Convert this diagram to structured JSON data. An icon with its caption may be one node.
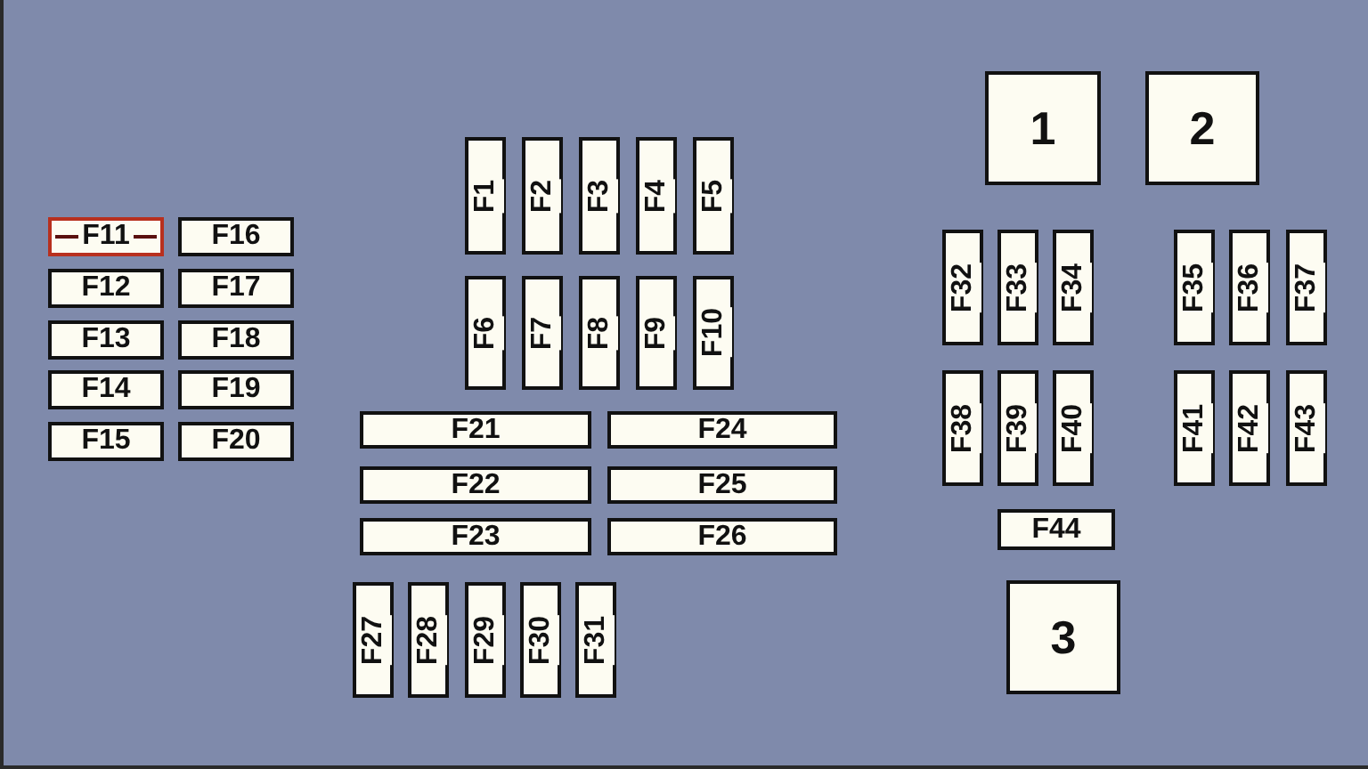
{
  "diagram": {
    "nodes": [
      {
        "text": [
          "1"
        ]
      },
      {
        "text": [
          "2"
        ]
      },
      {
        "text": [
          "F1"
        ]
      },
      {
        "text": [
          "F2"
        ]
      },
      {
        "text": [
          "F3"
        ]
      },
      {
        "text": [
          "F4"
        ]
      },
      {
        "text": [
          "F5"
        ]
      },
      {
        "text": [
          "F6"
        ]
      },
      {
        "text": [
          "F7"
        ]
      },
      {
        "text": [
          "F8"
        ]
      },
      {
        "text": [
          "F9"
        ]
      },
      {
        "text": [
          "F10"
        ]
      },
      {
        "text": [
          "F11"
        ]
      },
      {
        "text": [
          "F12"
        ]
      },
      {
        "text": [
          "F13"
        ]
      },
      {
        "text": [
          "F14"
        ]
      },
      {
        "text": [
          "F15"
        ]
      },
      {
        "text": [
          "F16"
        ]
      },
      {
        "text": [
          "F17"
        ]
      },
      {
        "text": [
          "F18"
        ]
      },
      {
        "text": [
          "F19"
        ]
      },
      {
        "text": [
          "F20"
        ]
      },
      {
        "text": [
          "F21"
        ]
      },
      {
        "text": [
          "F22"
        ]
      },
      {
        "text": [
          "F23"
        ]
      },
      {
        "text": [
          "F24"
        ]
      },
      {
        "text": [
          "F25"
        ]
      },
      {
        "text": [
          "F26"
        ]
      },
      {
        "text": [
          "F27"
        ]
      },
      {
        "text": [
          "F28"
        ]
      },
      {
        "text": [
          "F29"
        ]
      },
      {
        "text": [
          "F30"
        ]
      },
      {
        "text": [
          "F31"
        ]
      },
      {
        "text": [
          "F32"
        ]
      },
      {
        "text": [
          "F33"
        ]
      },
      {
        "text": [
          "F34"
        ]
      },
      {
        "text": [
          "F35"
        ]
      },
      {
        "text": [
          "F36"
        ]
      },
      {
        "text": [
          "F37"
        ]
      },
      {
        "text": [
          "F38"
        ]
      },
      {
        "text": [
          "F39"
        ]
      },
      {
        "text": [
          "F40"
        ]
      },
      {
        "text": [
          "F41"
        ]
      },
      {
        "text": [
          "F42"
        ]
      },
      {
        "text": [
          "F43"
        ]
      },
      {
        "text": [
          "F44"
        ]
      },
      {
        "text": [
          "3"
        ]
      }
    ]
  }
}
